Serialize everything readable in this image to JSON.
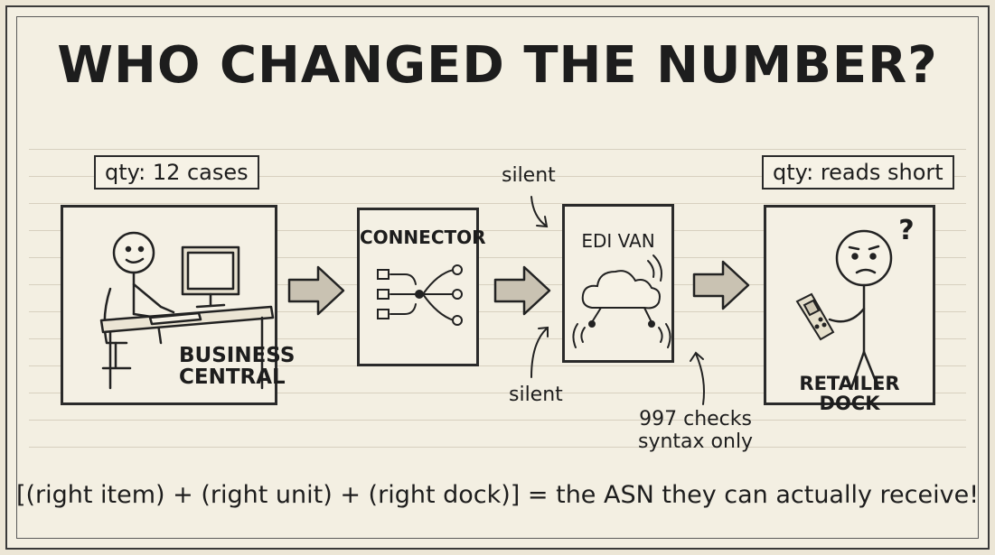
{
  "title": "WHO CHANGED THE NUMBER?",
  "panels": {
    "business_central": {
      "tag": "qty: 12 cases",
      "label_line1": "BUSINESS",
      "label_line2": "CENTRAL"
    },
    "connector": {
      "label": "CONNECTOR"
    },
    "edi_van": {
      "label": "EDI VAN"
    },
    "retailer_dock": {
      "tag": "qty: reads short",
      "label": "RETAILER DOCK",
      "question_mark": "?"
    }
  },
  "notes": {
    "silent_top": "silent",
    "silent_bottom": "silent",
    "checks_line1": "997 checks",
    "checks_line2": "syntax only"
  },
  "formula": "[(right item) + (right unit) + (right dock)] = the ASN they can actually receive!",
  "colors": {
    "background": "#ece6d6",
    "paper": "#f3efe2",
    "ink": "#1d1d1d",
    "arrow_fill": "#c9c2b2"
  },
  "icons": [
    "person-at-computer-icon",
    "connector-network-icon",
    "cloud-icon",
    "confused-person-icon",
    "handheld-scanner-icon",
    "flow-arrow-icon"
  ]
}
